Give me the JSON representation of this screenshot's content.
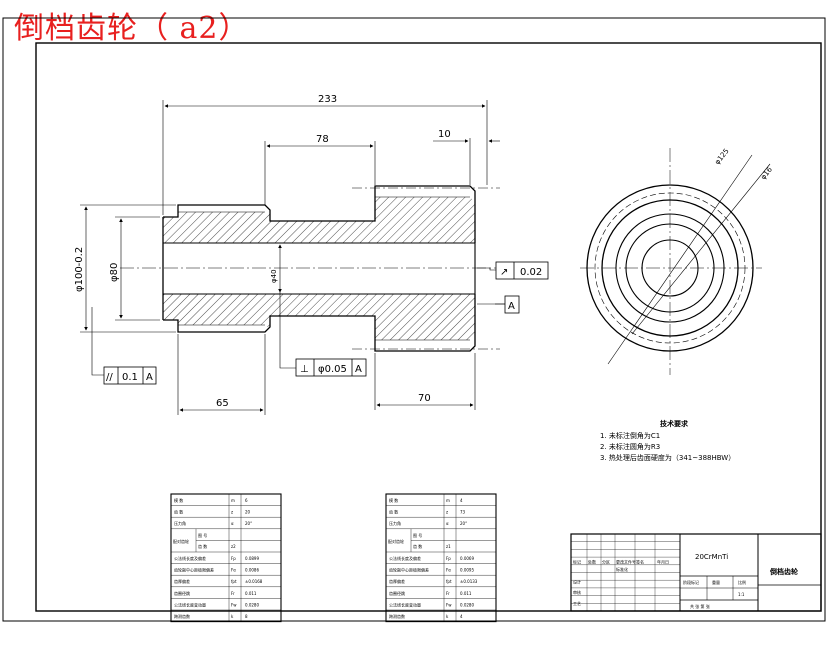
{
  "title": "倒档齿轮（ a2）",
  "drawing": {
    "dimensions": {
      "overall_length": "233",
      "hub_length": "78",
      "right_step": "10",
      "left_length": "65",
      "right_length": "70",
      "outer_diameter": "φ100-0.2",
      "shoulder_diameter": "φ80",
      "bore_diameter": "φ40",
      "end_diameter": "φ125",
      "hole_diameter": "φ16"
    },
    "tolerances": {
      "parallelism_symbol": "//",
      "parallelism_value": "0.1",
      "parallelism_datum": "A",
      "perpendicularity_symbol": "⊥",
      "perpendicularity_value": "φ0.05",
      "perpendicularity_datum": "A",
      "runout_symbol": "↗",
      "runout_value": "0.02",
      "datum_label": "A"
    },
    "tech_req": {
      "heading": "技术要求",
      "items": [
        "1. 未标注倒角为C1",
        "2. 未标注圆角为R3",
        "3. 热处理后齿面硬度为（341~388HBW）"
      ]
    },
    "param_table_1": {
      "rows": [
        [
          "模 数",
          "m",
          "6"
        ],
        [
          "齿 数",
          "z",
          "20"
        ],
        [
          "压力角",
          "α",
          "20°"
        ],
        [
          "精度等级",
          "",
          ""
        ],
        [
          "公法线长度及偏差",
          "Fp",
          "0.0899"
        ],
        [
          "齿轮副中心距极限偏差",
          "Fα",
          "0.0086"
        ],
        [
          "齿厚偏差",
          "fpt",
          "±0.0168"
        ],
        [
          "齿圈径跳",
          "Fr",
          "0.011"
        ],
        [
          "公法线长度变动量",
          "Fw",
          "0.0280"
        ],
        [
          "跨测齿数",
          "k",
          "8"
        ]
      ],
      "merged_label": "配对齿轮",
      "merged_sub": [
        "图 号",
        "齿 数"
      ],
      "merged_value": "z2"
    },
    "param_table_2": {
      "rows": [
        [
          "模 数",
          "m",
          "4"
        ],
        [
          "齿 数",
          "z",
          "73"
        ],
        [
          "压力角",
          "α",
          "20°"
        ],
        [
          "精度等级",
          "",
          ""
        ],
        [
          "公法线长度及偏差",
          "Fp",
          "0.0069"
        ],
        [
          "齿轮副中心距极限偏差",
          "Fα",
          "0.0095"
        ],
        [
          "齿厚偏差",
          "fpt",
          "±0.0133"
        ],
        [
          "齿圈径跳",
          "Fr",
          "0.011"
        ],
        [
          "公法线长度变动量",
          "Fw",
          "0.0280"
        ],
        [
          "跨测齿数",
          "k",
          "4"
        ]
      ],
      "merged_label": "配对齿轮",
      "merged_sub": [
        "图 号",
        "齿 数"
      ],
      "merged_value": "z1"
    },
    "title_block": {
      "material": "20CrMnTi",
      "part_name": "倒档齿轮",
      "row_labels": [
        "标记",
        "设计",
        "审核",
        "工艺"
      ],
      "col_labels": [
        "处数",
        "分区",
        "更改文件号",
        "签名",
        "年月日"
      ],
      "std_label": "标准化",
      "stage_labels": [
        "阶段标记",
        "重量",
        "比例"
      ],
      "scale": "1:1",
      "sheet": "共  张  第  张"
    }
  }
}
